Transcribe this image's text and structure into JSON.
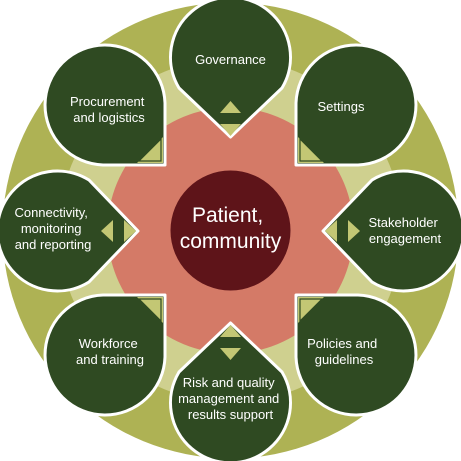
{
  "diagram": {
    "center": {
      "lines": [
        "Patient,",
        "community"
      ]
    },
    "petals": [
      {
        "id": "governance",
        "lines": [
          "Governance"
        ]
      },
      {
        "id": "settings",
        "lines": [
          "Settings"
        ]
      },
      {
        "id": "stakeholder-engagement",
        "lines": [
          "Stakeholder",
          "engagement"
        ]
      },
      {
        "id": "policies-and-guidelines",
        "lines": [
          "Policies and",
          "guidelines"
        ]
      },
      {
        "id": "risk-and-quality",
        "lines": [
          "Risk and quality",
          "management and",
          "results support"
        ]
      },
      {
        "id": "workforce-and-training",
        "lines": [
          "Workforce",
          "and training"
        ]
      },
      {
        "id": "connectivity-monitoring-reporting",
        "lines": [
          "Connectivity,",
          "monitoring",
          "and reporting"
        ]
      },
      {
        "id": "procurement-and-logistics",
        "lines": [
          "Procurement",
          "and logistics"
        ]
      }
    ]
  },
  "colors": {
    "outer_ring": "#aeb254",
    "inner_ring": "#cfd08f",
    "salmon": "#d47a67",
    "center": "#5e1419",
    "petal": "#2f4a22",
    "petal_border": "#ffffff",
    "icon": "#c3c774"
  }
}
